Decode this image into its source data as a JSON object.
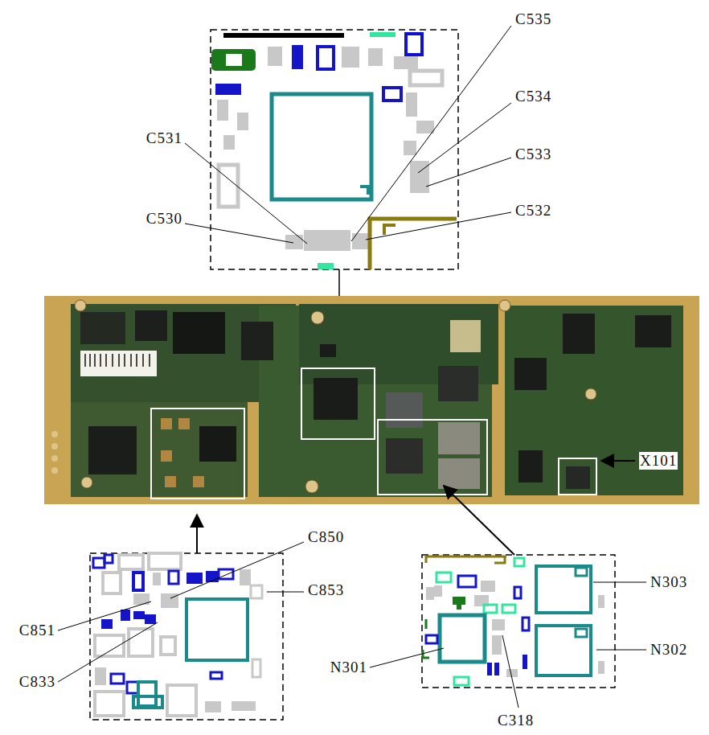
{
  "diagram": {
    "labels": [
      "C535",
      "C534",
      "C531",
      "C533",
      "C530",
      "C532",
      "X101",
      "C850",
      "C853",
      "C851",
      "C833",
      "N303",
      "N301",
      "N302",
      "C318"
    ]
  }
}
